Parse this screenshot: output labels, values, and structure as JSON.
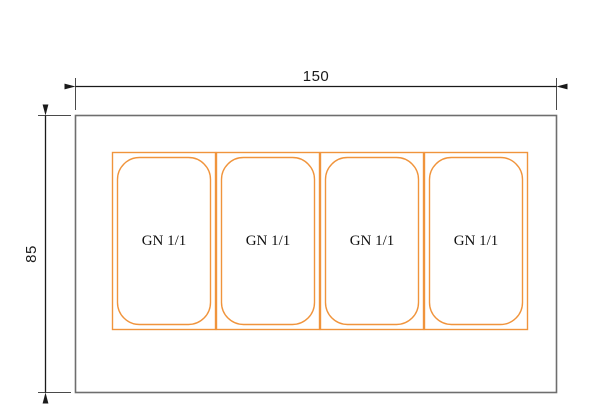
{
  "drawing": {
    "title": "GN 1/1 four-pan counter top view",
    "view": "top-view",
    "units": "cm",
    "background_color": "#ffffff"
  },
  "colors": {
    "body_outline": "#6e6e6e",
    "pan_outline": "#f0943c",
    "dimension_line": "#1a1a1a",
    "dimension_text": "#1a1a1a",
    "pan_label_text": "#111111",
    "fill": "#ffffff"
  },
  "dimensions": {
    "width": {
      "value": "150",
      "orientation": "horizontal",
      "position": "top",
      "arrow_style": "filled-arrowheads-both-ends"
    },
    "height": {
      "value": "85",
      "orientation": "vertical-rotated",
      "position": "left",
      "arrow_style": "filled-arrowheads-both-ends"
    }
  },
  "body": {
    "shape": "rectangle",
    "corner_style": "sharp"
  },
  "pans": [
    {
      "label": "GN 1/1",
      "index": 1
    },
    {
      "label": "GN 1/1",
      "index": 2
    },
    {
      "label": "GN 1/1",
      "index": 3
    },
    {
      "label": "GN 1/1",
      "index": 4
    }
  ]
}
